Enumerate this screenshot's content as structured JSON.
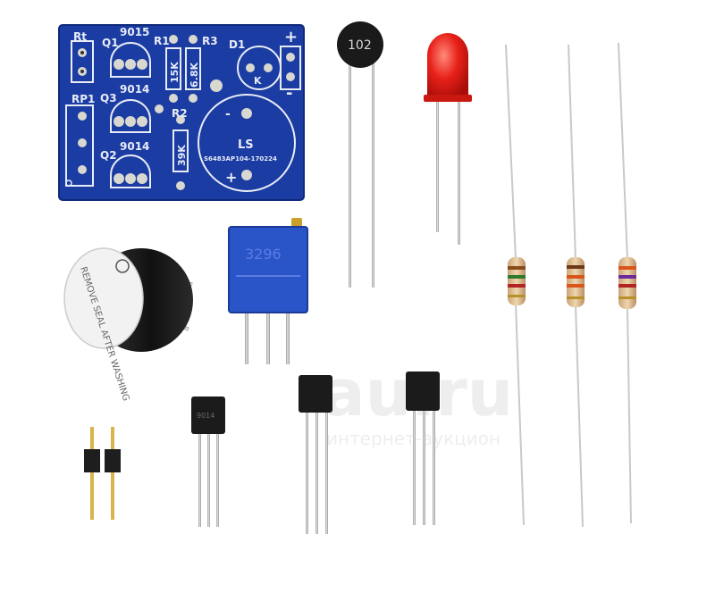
{
  "pcb": {
    "labels": {
      "rt": "Rt",
      "q1": "Q1",
      "q1_part": "9015",
      "r1": "R1",
      "r3": "R3",
      "d1": "D1",
      "plus_top": "+",
      "minus_top": "-",
      "r1_value": "15K",
      "r3_value": "6.8K",
      "k": "K",
      "rp1": "RP1",
      "q3": "Q3",
      "q3_part": "9014",
      "r2": "R2",
      "r2_value": "39K",
      "q2_part": "9014",
      "q2": "Q2",
      "ls": "LS",
      "ls_minus": "-",
      "ls_plus": "+",
      "serial": "S6483AP104-170224"
    },
    "colors": {
      "board": "#1b3ca2",
      "silk": "#e8ecf7",
      "pad": "#d8d8d0"
    }
  },
  "thermistor": {
    "marking": "102",
    "color": "#1a1a1a"
  },
  "led": {
    "color": "#e8221a"
  },
  "potentiometer": {
    "marking": "3296",
    "color": "#2a55c8"
  },
  "buzzer": {
    "sticker_text": "REMOVE SEAL AFTER WASHING"
  },
  "transistor": {
    "marking": "9014"
  },
  "watermark": {
    "main": "au.ru",
    "sub": "интернет-аукцион"
  }
}
